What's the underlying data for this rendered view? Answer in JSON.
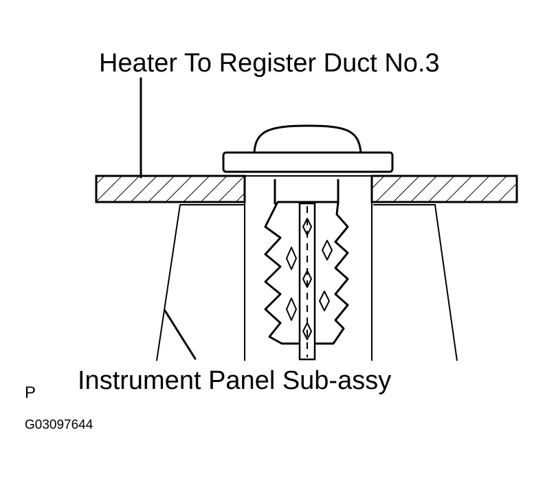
{
  "labels": {
    "top_label": "Heater To Register Duct No.3",
    "bottom_label": "Instrument Panel Sub-assy",
    "view_mark": "P",
    "figure_id": "G03097644"
  },
  "parts": {
    "duct": "heater-to-register-duct",
    "panel": "instrument-panel",
    "fastener": "clip-screw"
  }
}
